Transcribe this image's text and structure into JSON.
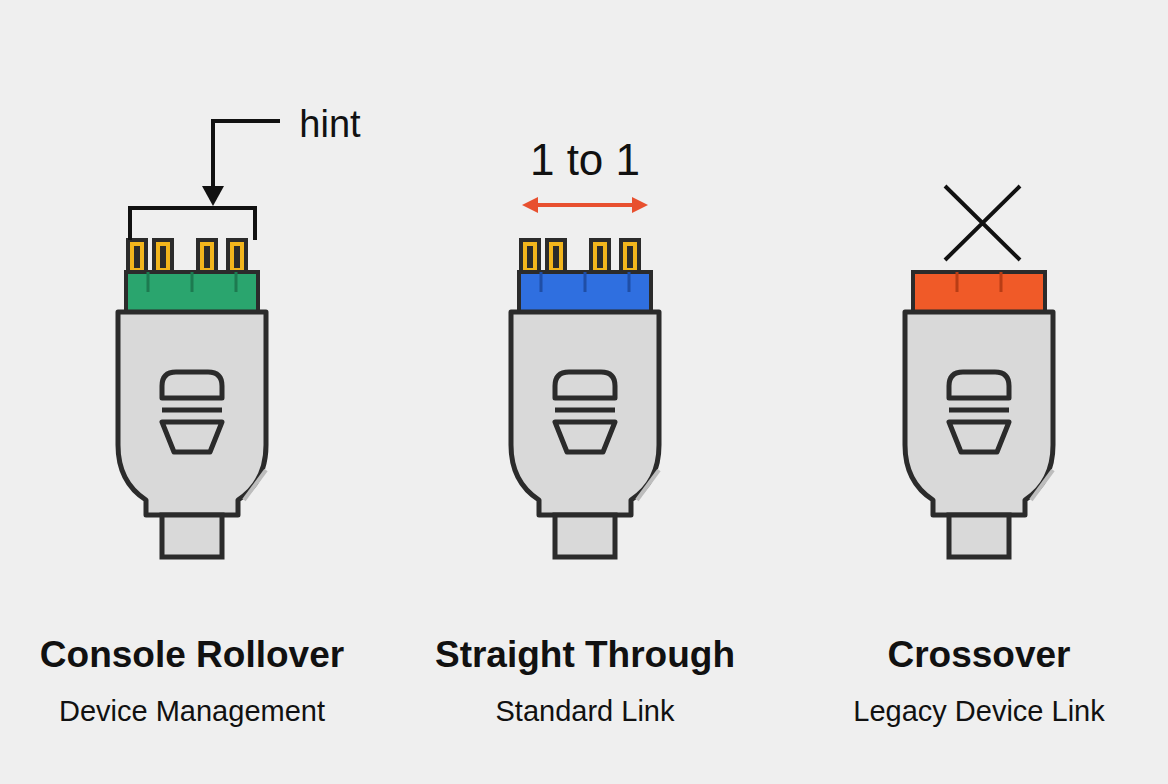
{
  "diagram": {
    "labels": [
      "hint",
      "1 to 1",
      "Console Rollover",
      "Device Management",
      "Straight Through",
      "Standard Link",
      "Crossover",
      "Legacy Device Link"
    ]
  }
}
